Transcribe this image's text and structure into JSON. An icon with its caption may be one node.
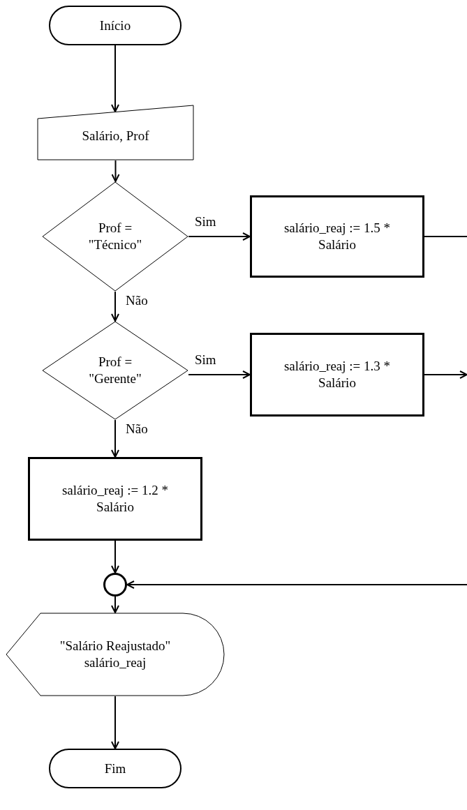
{
  "diagram": {
    "nodes": [
      {
        "text": [
          "Início"
        ]
      },
      {
        "text": [
          "Salário, Prof"
        ]
      },
      {
        "text": [
          "Prof = \"Técnico\""
        ]
      },
      {
        "text": [
          "salário_reaj := 1.5 * Salário"
        ]
      },
      {
        "text": [
          "Prof = \"Gerente\""
        ]
      },
      {
        "text": [
          "salário_reaj := 1.3 * Salário"
        ]
      },
      {
        "text": [
          "salário_reaj := 1.2 * Salário"
        ]
      },
      {
        "text": [],
        "shape": "circle"
      },
      {
        "text": [
          "\"Salário Reajustado\" salário_reaj"
        ]
      },
      {
        "text": [
          "Fim"
        ]
      }
    ],
    "edges": [
      {
        "from": 0,
        "to": 1,
        "arrow": "to"
      },
      {
        "from": 1,
        "to": 2,
        "arrow": "to"
      },
      {
        "from": 2,
        "to": 3,
        "arrow": "to",
        "label": "Sim"
      },
      {
        "from": 2,
        "to": 4,
        "arrow": "to",
        "label": "Não"
      },
      {
        "from": 4,
        "to": 5,
        "arrow": "to",
        "label": "Sim"
      },
      {
        "from": 4,
        "to": 6,
        "arrow": "to",
        "label": "Não"
      },
      {
        "from": 3,
        "to": null,
        "arrow": "none"
      },
      {
        "from": 5,
        "to": null,
        "arrow": "to"
      },
      {
        "from": null,
        "to": 7,
        "arrow": "to"
      },
      {
        "from": 6,
        "to": 7,
        "arrow": "to"
      },
      {
        "from": 7,
        "to": 8,
        "arrow": "to"
      },
      {
        "from": 8,
        "to": 9,
        "arrow": "to"
      }
    ]
  }
}
